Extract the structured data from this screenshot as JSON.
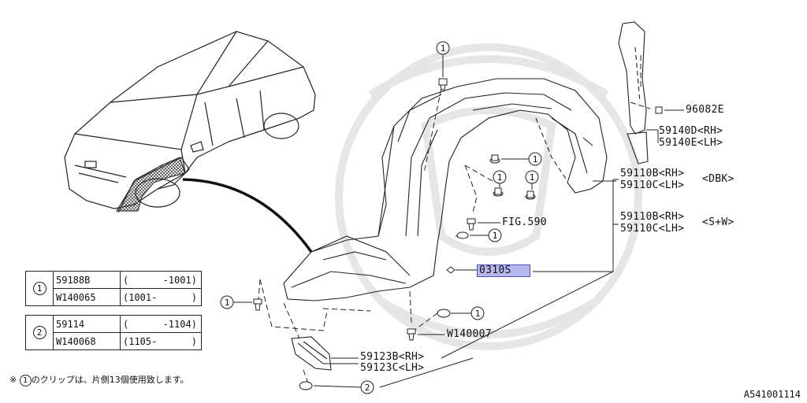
{
  "labels": {
    "p96082e": "96082E",
    "p59140d": "59140D<RH>",
    "p59140e": "59140E<LH>",
    "p59110b_dbk": "59110B<RH>",
    "p59110c_dbk": "59110C<LH>",
    "dbk_tag": "<DBK>",
    "p59110b_sw": "59110B<RH>",
    "p59110c_sw": "59110C<LH>",
    "sw_tag": "<S+W>",
    "fig590": "FIG.590",
    "p0310s": "0310S",
    "w140007": "W140007",
    "p59123b": "59123B<RH>",
    "p59123c": "59123C<LH>"
  },
  "callouts": {
    "one": "1",
    "two": "2"
  },
  "legend": [
    {
      "marker": "1",
      "rows": [
        {
          "part": "59188B",
          "range": "(      -1001)"
        },
        {
          "part": "W140065",
          "range": "(1001-      )"
        }
      ]
    },
    {
      "marker": "2",
      "rows": [
        {
          "part": "59114",
          "range": "(      -1104)"
        },
        {
          "part": "W140068",
          "range": "(1105-      )"
        }
      ]
    }
  ],
  "note": {
    "prefix": "※",
    "marker": "1",
    "text": "のクリップは、片側13個使用致します。"
  },
  "diagram_id": "A541001114",
  "colors": {
    "line": "#222222",
    "highlight": "#b8b8f0",
    "watermark": "#e6e6e6"
  }
}
